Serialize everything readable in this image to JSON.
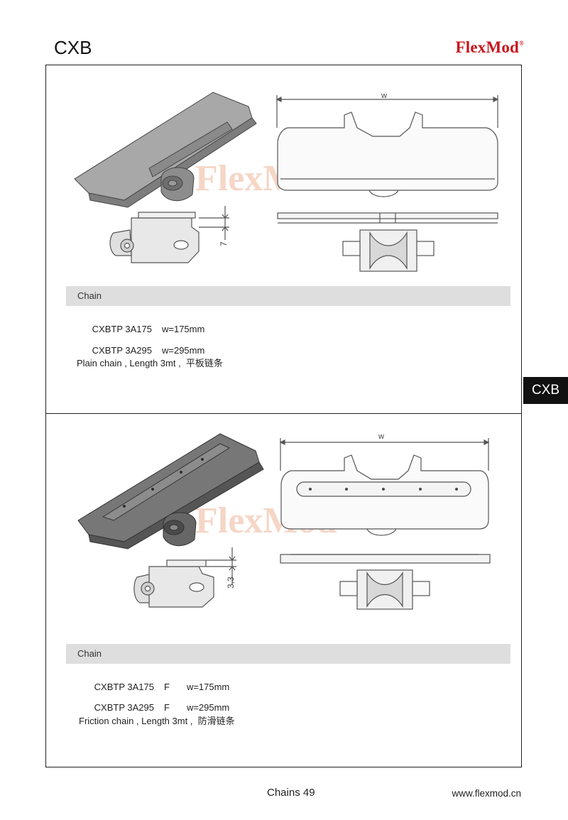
{
  "header": {
    "title": "CXB",
    "brand": "FlexMod",
    "brand_mark": "®"
  },
  "side_tab": "CXB",
  "watermark": "FlexMod",
  "panels": [
    {
      "dim_w": "w",
      "dim_h": "7",
      "section_label": "Chain",
      "lines": [
        {
          "code": "CXBTP 3A175",
          "suffix": "",
          "width": "w=175mm"
        },
        {
          "code": "CXBTP 3A295",
          "suffix": "",
          "width": "w=295mm"
        }
      ],
      "description": "Plain chain , Length 3mt ,  平板链条"
    },
    {
      "dim_w": "w",
      "dim_h": "3,3",
      "section_label": "Chain",
      "lines": [
        {
          "code": "CXBTP 3A175",
          "suffix": "F",
          "width": "w=175mm"
        },
        {
          "code": "CXBTP 3A295",
          "suffix": "F",
          "width": "w=295mm"
        }
      ],
      "description": "Friction chain , Length 3mt ,  防滑链条"
    }
  ],
  "footer": {
    "page": "Chains 49",
    "url": "www.flexmod.cn"
  }
}
